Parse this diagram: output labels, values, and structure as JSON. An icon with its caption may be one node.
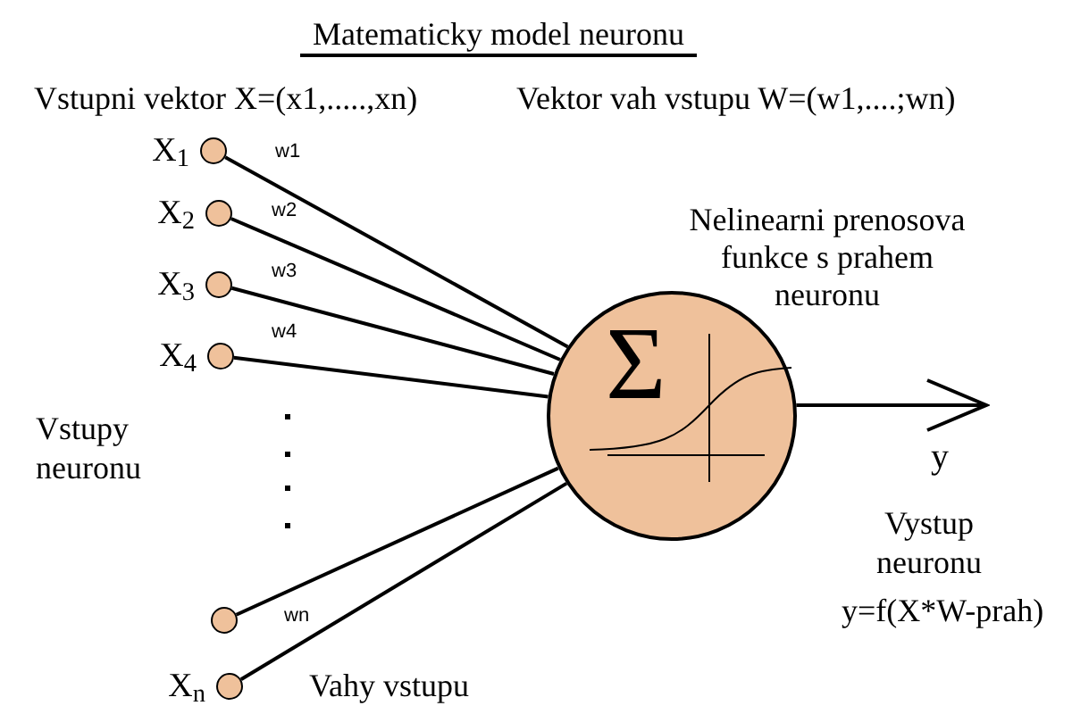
{
  "diagram": {
    "title": "Matematicky model neuronu",
    "nodes": [
      {
        "text": [],
        "shape": "circle",
        "beside": [
          "X$_{1}$"
        ]
      },
      {
        "text": [],
        "shape": "circle",
        "beside": [
          "X$_{2}$"
        ]
      },
      {
        "text": [],
        "shape": "circle",
        "beside": [
          "X$_{3}$"
        ]
      },
      {
        "text": [],
        "shape": "circle",
        "beside": [
          "X$_{4}$"
        ]
      },
      {
        "text": [],
        "shape": "circle"
      },
      {
        "text": [],
        "shape": "circle",
        "beside": [
          "X$_{n}$"
        ]
      },
      {
        "text": [
          "Σ"
        ],
        "beside": [
          "Nelinearni prenosova funkce s prahem neuronu"
        ]
      }
    ],
    "edges": [
      {
        "from": 0,
        "to": 6,
        "label": "w1",
        "arrow": "none"
      },
      {
        "from": 1,
        "to": 6,
        "label": "w2",
        "arrow": "none"
      },
      {
        "from": 2,
        "to": 6,
        "label": "w3",
        "arrow": "none"
      },
      {
        "from": 3,
        "to": 6,
        "label": "w4",
        "arrow": "none"
      },
      {
        "from": 4,
        "to": 6,
        "arrow": "none"
      },
      {
        "from": 5,
        "to": 6,
        "label": "wn",
        "arrow": "none"
      },
      {
        "from": 6,
        "to": null,
        "label": "y",
        "arrow": "to"
      }
    ],
    "labels": [
      "Vstupni vektor X=(x1,.....,xn)",
      "Vektor vah vstupu W=(w1,....;wn)",
      "Vstupy neuronu",
      "Vystup neuronu",
      "y=f(X*W-prah)",
      "Vahy vstupu"
    ]
  }
}
